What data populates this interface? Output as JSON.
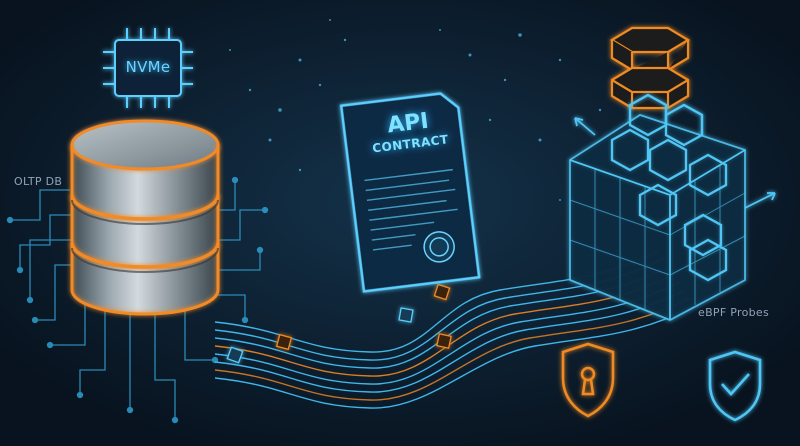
{
  "labels": {
    "database": "OLTP DB",
    "chip": "NVMe",
    "document_line1": "API",
    "document_line2": "CONTRACT",
    "probes": "eBPF Probes"
  },
  "colors": {
    "background": "#0b1a2a",
    "circuit_cyan": "#3fb6e8",
    "accent_orange": "#f08a24",
    "glow_blue": "#6ad4ff",
    "label_gray": "#8fa3b5",
    "metal": "#9aa6ae"
  },
  "icons": {
    "chip": "nvme-chip-icon",
    "database": "database-cylinder-icon",
    "document": "api-contract-document-icon",
    "seal": "seal-badge-icon",
    "orange_blocks": "stacked-blocks-icon",
    "hex_cube": "hexagonal-cube-icon",
    "shield_lock": "shield-lock-icon",
    "shield_check": "shield-check-icon"
  }
}
